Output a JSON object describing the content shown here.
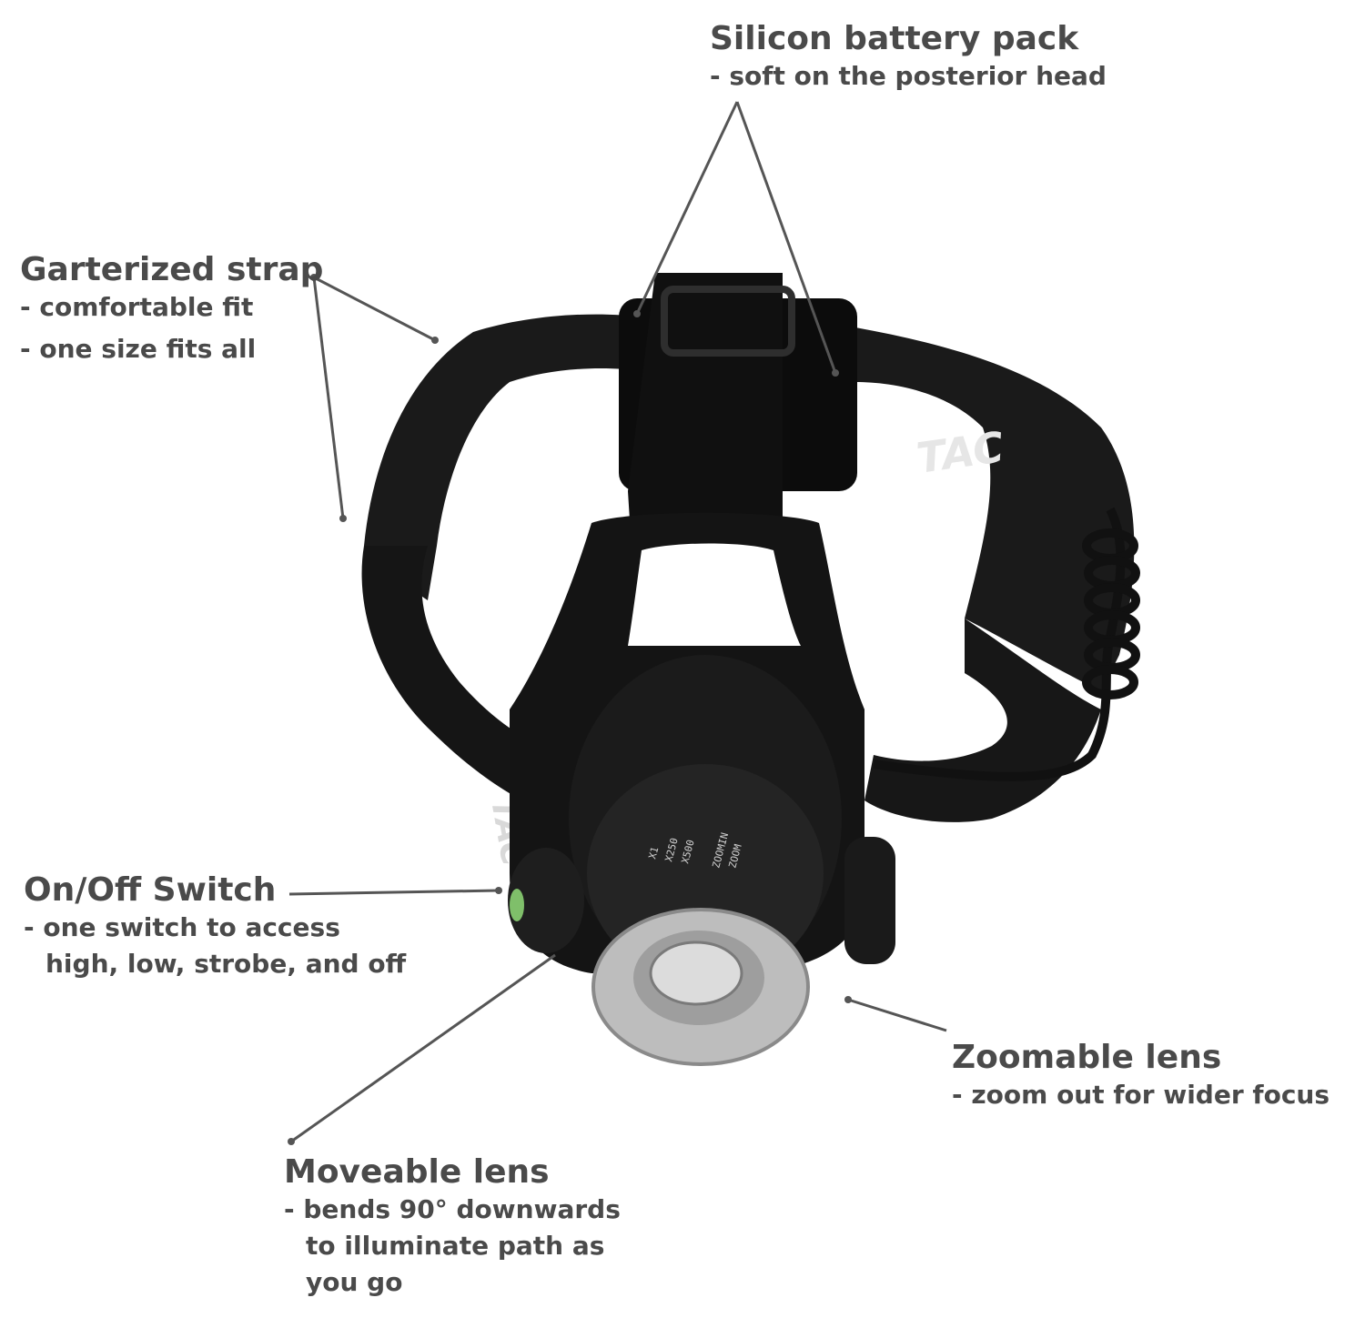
{
  "labels": {
    "battery": {
      "title": "Silicon battery pack",
      "lines": [
        "- soft on the posterior head"
      ]
    },
    "strap": {
      "title": "Garterized strap",
      "lines": [
        "- comfortable fit",
        "- one size fits all"
      ]
    },
    "switch": {
      "title": "On/Off Switch",
      "lines": [
        "- one switch to access",
        "high, low, strobe, and off"
      ]
    },
    "zoom": {
      "title": "Zoomable lens",
      "lines": [
        "- zoom out for wider focus"
      ]
    },
    "moveable": {
      "title": "Moveable lens",
      "lines": [
        "- bends 90° downwards",
        "to illuminate path as",
        "you go"
      ]
    }
  },
  "product": {
    "strap_print": "TAC",
    "zoom_markings": [
      "X1",
      "X250",
      "X500",
      "ZOOMIN",
      "ZOOM"
    ]
  },
  "colors": {
    "text": "#4a4a4a",
    "leader": "#555555",
    "body": "#111111",
    "bezel": "#c9c9c9",
    "switch_accent": "#7fbf6a"
  }
}
